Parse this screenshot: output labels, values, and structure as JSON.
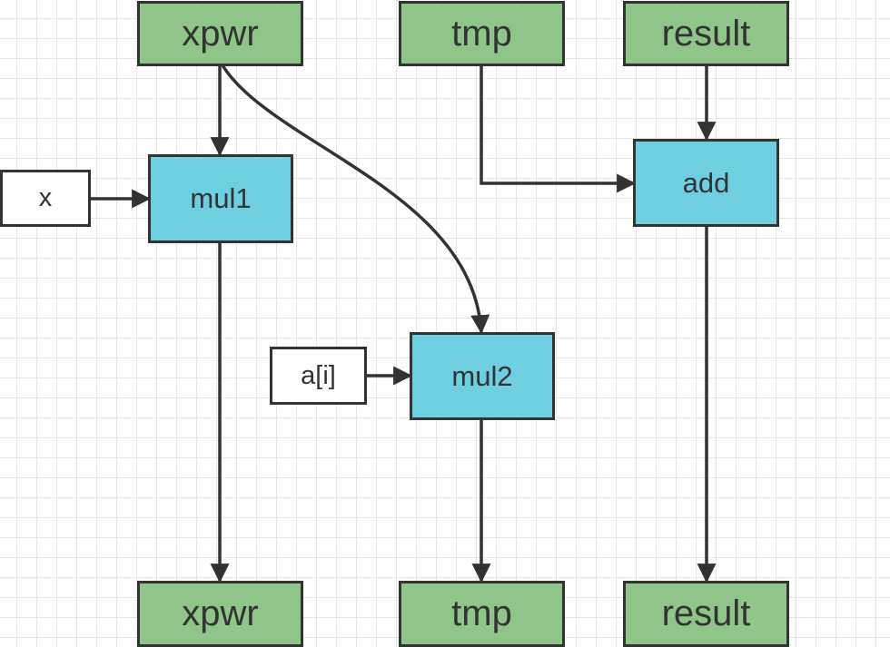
{
  "diagram": {
    "inputs": {
      "xpwr": "xpwr",
      "tmp": "tmp",
      "result": "result"
    },
    "operations": {
      "mul1": "mul1",
      "mul2": "mul2",
      "add": "add"
    },
    "operands": {
      "x": "x",
      "a_i": "a[i]"
    },
    "outputs": {
      "xpwr": "xpwr",
      "tmp": "tmp",
      "result": "result"
    },
    "colors": {
      "variable_fill": "#8fc588",
      "operation_fill": "#6dcfe0",
      "operand_fill": "#ffffff",
      "stroke": "#333333"
    }
  }
}
